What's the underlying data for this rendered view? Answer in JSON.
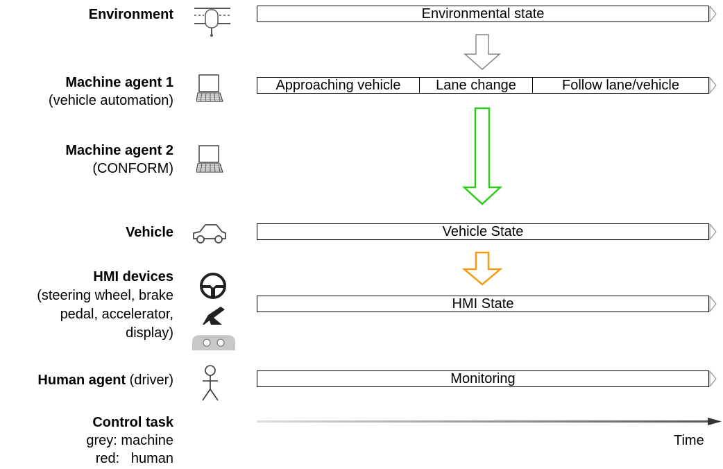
{
  "rows": {
    "environment": {
      "title": "Environment",
      "sub": "",
      "icon": "road-icon",
      "bar": [
        "Environmental state"
      ]
    },
    "machine1": {
      "title": "Machine agent 1",
      "sub": "(vehicle automation)",
      "icon": "computer-icon",
      "bar": [
        "Approaching vehicle",
        "Lane change",
        "Follow lane/vehicle"
      ]
    },
    "machine2": {
      "title": "Machine agent 2",
      "sub": "(CONFORM)",
      "icon": "computer-icon"
    },
    "vehicle": {
      "title": "Vehicle",
      "sub": "",
      "icon": "car-icon",
      "bar": [
        "Vehicle State"
      ]
    },
    "hmi": {
      "title": "HMI devices",
      "sub1": "(steering wheel, brake",
      "sub2": "pedal, accelerator,",
      "sub3": "display)",
      "icons": [
        "steering-wheel-icon",
        "pedal-icon",
        "display-icon"
      ],
      "bar": [
        "HMI State"
      ]
    },
    "human": {
      "title": "Human agent",
      "sub": " (driver)",
      "icon": "person-icon",
      "bar": [
        "Monitoring"
      ]
    },
    "control": {
      "title": "Control task",
      "line1": "grey: machine",
      "line2": "red:   human"
    }
  },
  "arrows": [
    {
      "name": "environment-to-machine",
      "color": "#888888"
    },
    {
      "name": "machine-to-vehicle",
      "color": "#2ecc1a"
    },
    {
      "name": "vehicle-to-hmi",
      "color": "#f39c12"
    }
  ],
  "axis": {
    "label": "Time"
  }
}
